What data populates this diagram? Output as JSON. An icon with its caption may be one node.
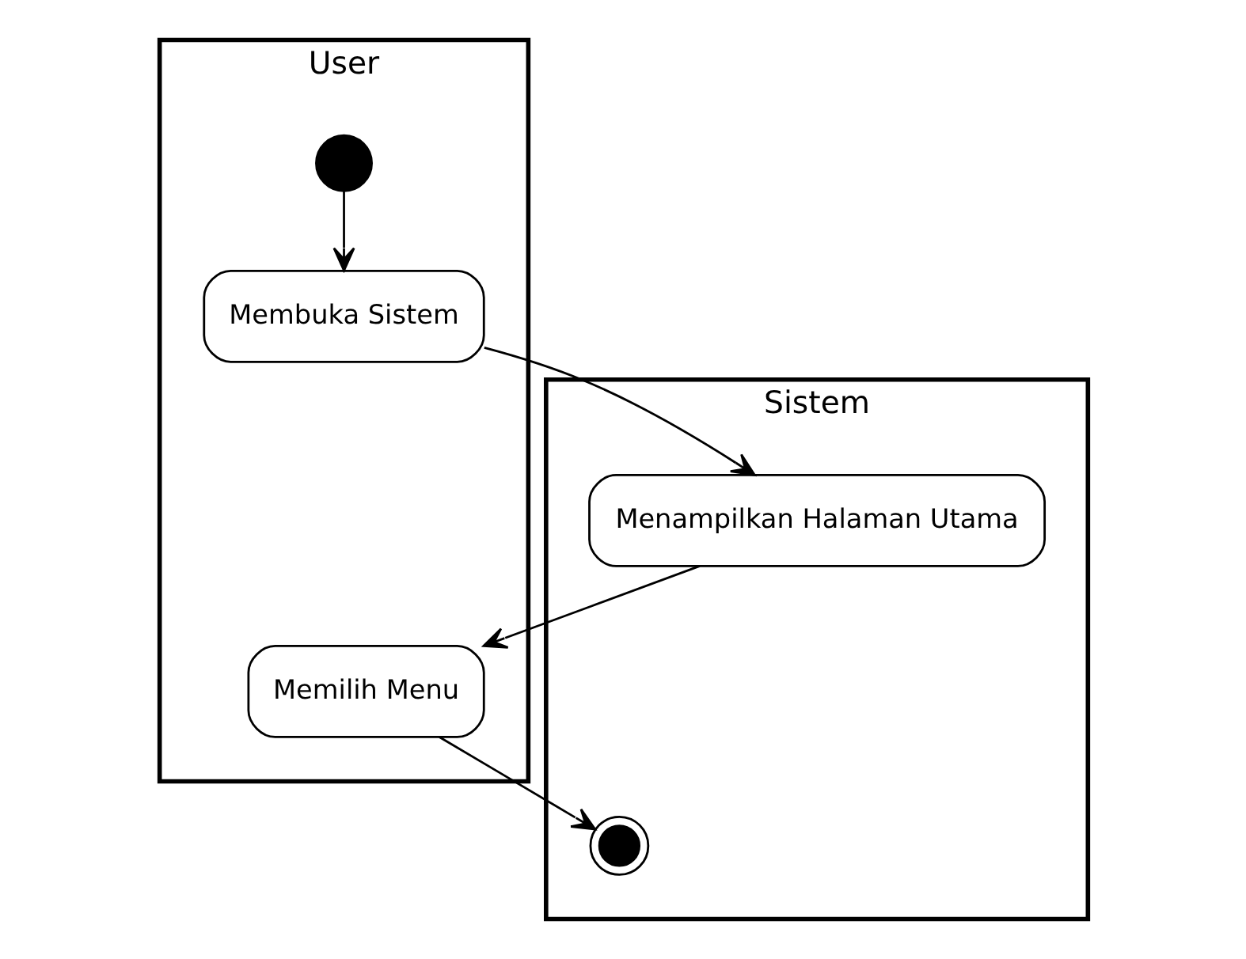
{
  "diagram": {
    "nodes": [
      {
        "text": [
          "User"
        ]
      },
      {
        "text": [
          "Sistem"
        ]
      },
      {
        "text": [],
        "shape": "circle",
        "in": 0
      },
      {
        "text": [
          "Membuka Sistem"
        ],
        "in": 0
      },
      {
        "text": [
          "Menampilkan Halaman Utama"
        ],
        "in": 1
      },
      {
        "text": [
          "Memilih Menu"
        ],
        "in": 0
      },
      {
        "text": [],
        "shape": "bullseye",
        "in": 1
      }
    ],
    "edges": [
      {
        "from": 2,
        "to": 3,
        "arrow": "to"
      },
      {
        "from": 3,
        "to": 4,
        "arrow": "to"
      },
      {
        "from": 4,
        "to": 5,
        "arrow": "to"
      },
      {
        "from": 5,
        "to": 6,
        "arrow": "to"
      }
    ]
  }
}
